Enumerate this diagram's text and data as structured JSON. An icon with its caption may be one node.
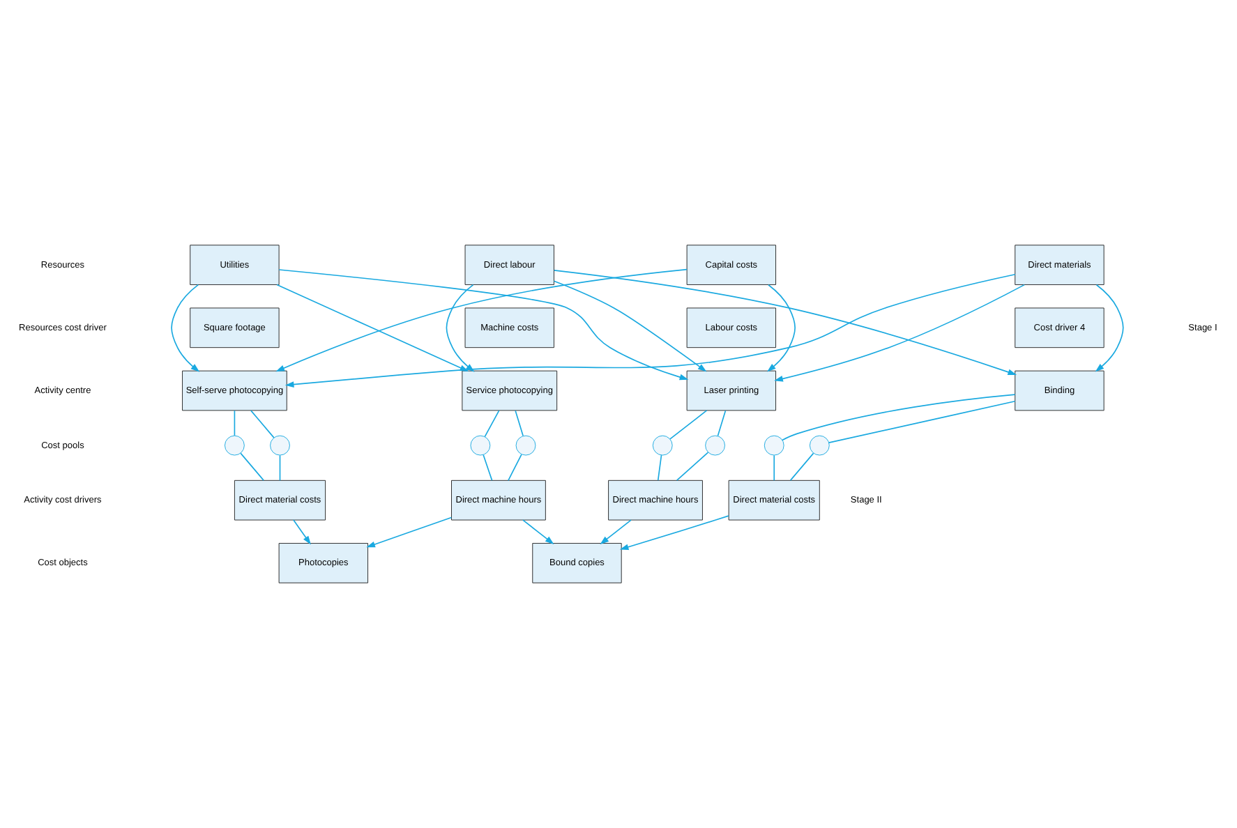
{
  "diagram": {
    "nodes": [
      {
        "text": [
          "Utilities"
        ]
      },
      {
        "text": [
          "Direct labour"
        ]
      },
      {
        "text": [
          "Capital costs"
        ]
      },
      {
        "text": [
          "Direct materials"
        ]
      },
      {
        "text": [
          "Square footage"
        ]
      },
      {
        "text": [
          "Machine costs"
        ]
      },
      {
        "text": [
          "Labour costs"
        ]
      },
      {
        "text": [
          "Cost driver 4"
        ]
      },
      {
        "text": [
          "Self-serve photocopying"
        ]
      },
      {
        "text": [
          "Service photocopying"
        ]
      },
      {
        "text": [
          "Laser printing"
        ]
      },
      {
        "text": [
          "Binding"
        ]
      },
      {
        "text": [],
        "shape": "circle"
      },
      {
        "text": [],
        "shape": "circle"
      },
      {
        "text": [],
        "shape": "circle"
      },
      {
        "text": [],
        "shape": "circle"
      },
      {
        "text": [],
        "shape": "circle"
      },
      {
        "text": [],
        "shape": "circle"
      },
      {
        "text": [],
        "shape": "circle"
      },
      {
        "text": [],
        "shape": "circle"
      },
      {
        "text": [
          "Direct material costs"
        ]
      },
      {
        "text": [
          "Direct machine hours"
        ]
      },
      {
        "text": [
          "Direct machine hours"
        ]
      },
      {
        "text": [
          "Direct material costs"
        ]
      },
      {
        "text": [
          "Photocopies"
        ]
      },
      {
        "text": [
          "Bound copies"
        ]
      }
    ],
    "edges": [
      {
        "from": 0,
        "to": 8,
        "arrow": "to"
      },
      {
        "from": 0,
        "to": 9,
        "arrow": "to"
      },
      {
        "from": 0,
        "to": 10,
        "arrow": "to"
      },
      {
        "from": 1,
        "to": 9,
        "arrow": "to"
      },
      {
        "from": 1,
        "to": 10,
        "arrow": "to"
      },
      {
        "from": 1,
        "to": 11,
        "arrow": "to"
      },
      {
        "from": 2,
        "to": 8,
        "arrow": "to"
      },
      {
        "from": 2,
        "to": 10,
        "arrow": "to"
      },
      {
        "from": 3,
        "to": 8,
        "arrow": "to"
      },
      {
        "from": 3,
        "to": 10,
        "arrow": "to"
      },
      {
        "from": 3,
        "to": 11,
        "arrow": "to"
      },
      {
        "from": 8,
        "to": 12,
        "arrow": "none"
      },
      {
        "from": 8,
        "to": 13,
        "arrow": "none"
      },
      {
        "from": 9,
        "to": 14,
        "arrow": "none"
      },
      {
        "from": 9,
        "to": 15,
        "arrow": "none"
      },
      {
        "from": 10,
        "to": 16,
        "arrow": "none"
      },
      {
        "from": 10,
        "to": 17,
        "arrow": "none"
      },
      {
        "from": 11,
        "to": 18,
        "arrow": "none"
      },
      {
        "from": 11,
        "to": 19,
        "arrow": "none"
      },
      {
        "from": 12,
        "to": 20,
        "arrow": "none"
      },
      {
        "from": 13,
        "to": 20,
        "arrow": "none"
      },
      {
        "from": 14,
        "to": 21,
        "arrow": "none"
      },
      {
        "from": 15,
        "to": 21,
        "arrow": "none"
      },
      {
        "from": 16,
        "to": 22,
        "arrow": "none"
      },
      {
        "from": 17,
        "to": 22,
        "arrow": "none"
      },
      {
        "from": 18,
        "to": 23,
        "arrow": "none"
      },
      {
        "from": 19,
        "to": 23,
        "arrow": "none"
      },
      {
        "from": 20,
        "to": 24,
        "arrow": "to"
      },
      {
        "from": 21,
        "to": 24,
        "arrow": "to"
      },
      {
        "from": 21,
        "to": 25,
        "arrow": "to"
      },
      {
        "from": 22,
        "to": 25,
        "arrow": "to"
      },
      {
        "from": 23,
        "to": 25,
        "arrow": "to"
      }
    ],
    "labels": [
      "Resources",
      "Resources cost driver",
      "Activity centre",
      "Cost pools",
      "Activity cost drivers",
      "Cost objects",
      "Stage I",
      "Stage II"
    ]
  }
}
